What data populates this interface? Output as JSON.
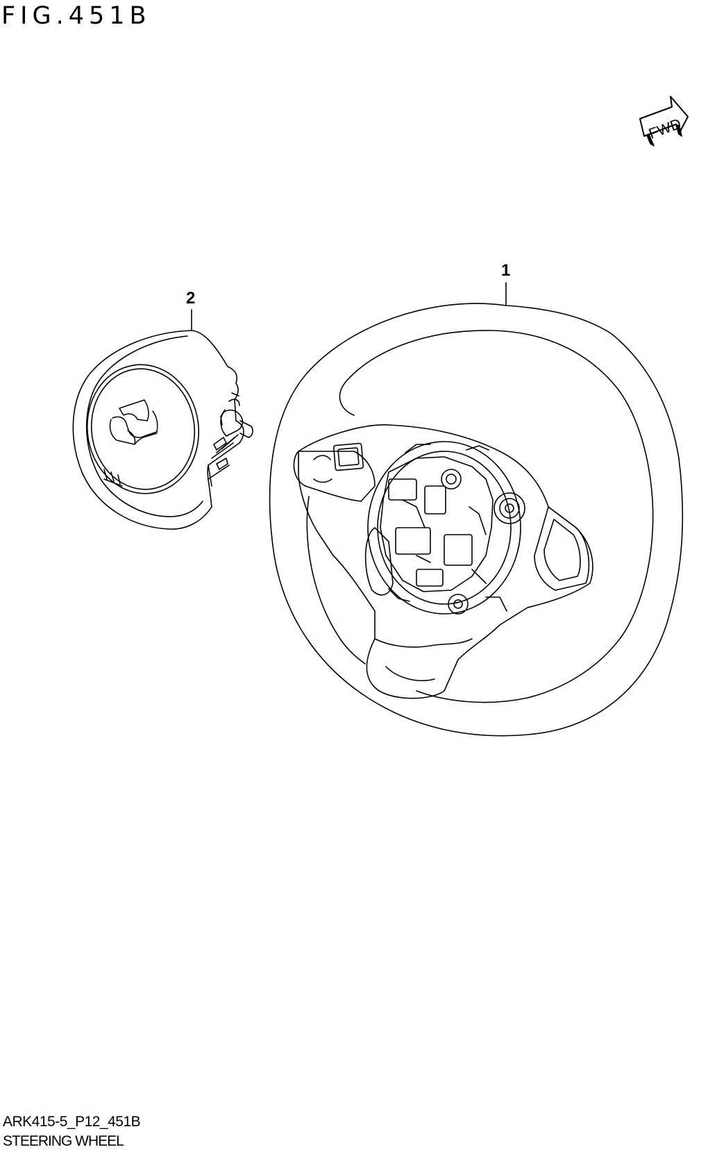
{
  "figure": {
    "title": "FIG.451B"
  },
  "orientation": {
    "label": "FWD"
  },
  "callouts": [
    {
      "number": "1"
    },
    {
      "number": "2"
    }
  ],
  "footer": {
    "code": "ARK415-5_P12_451B",
    "name": "STEERING WHEEL"
  },
  "colors": {
    "line": "#000000",
    "background": "#ffffff"
  },
  "icons": {
    "direction": "fwd-arrow-icon",
    "logo": "emblem-logo-icon"
  }
}
